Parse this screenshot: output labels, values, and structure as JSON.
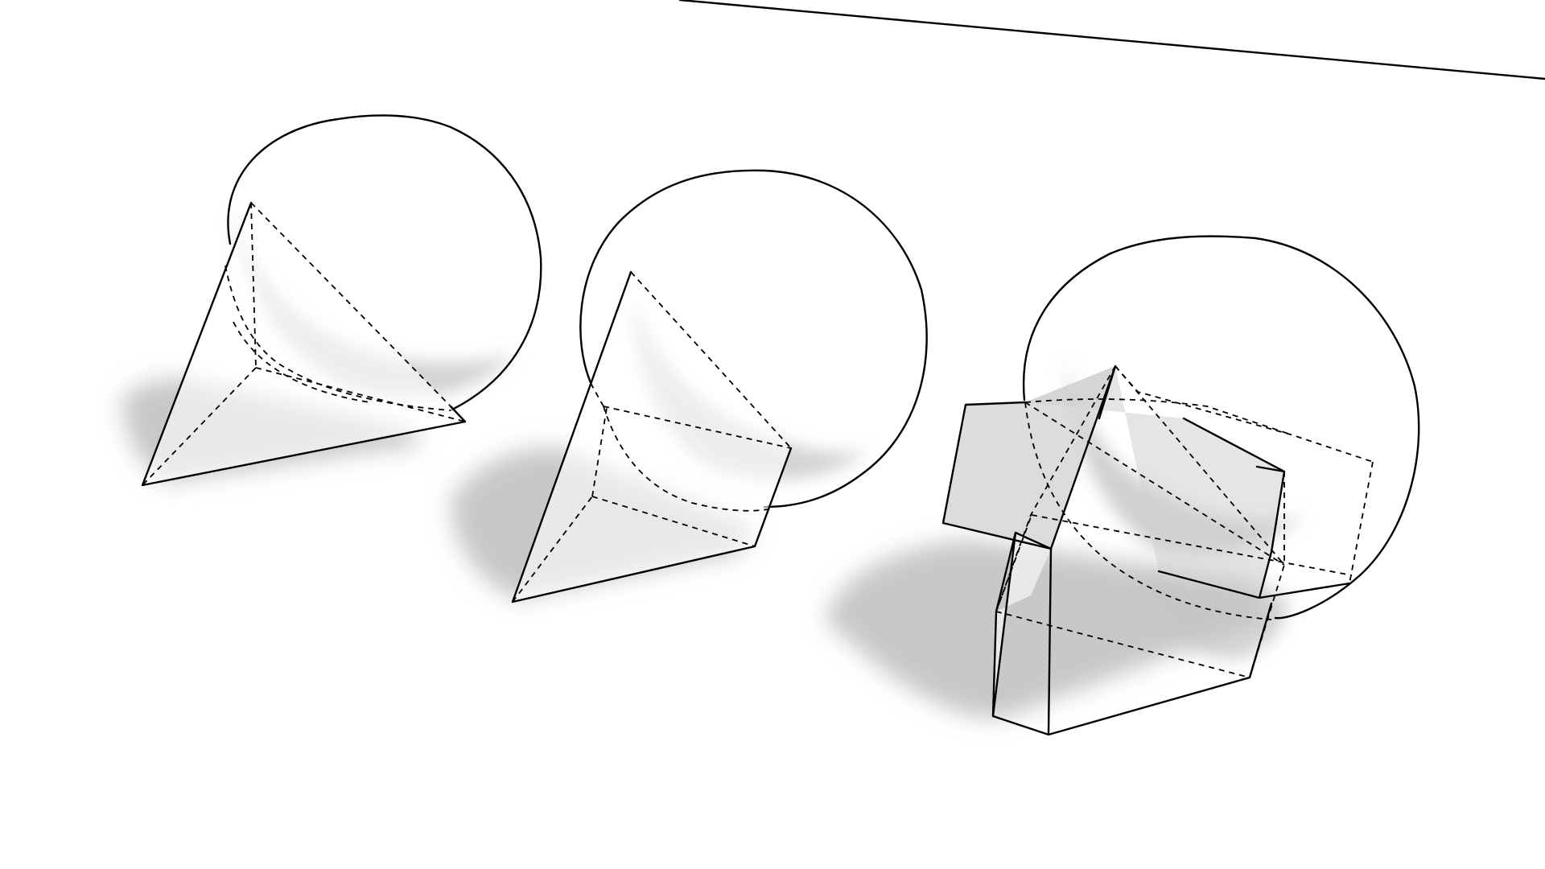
{
  "scene": {
    "background": "#ffffff",
    "line_color": "#000000",
    "shadow_color": "#c8c8c8",
    "objects": [
      {
        "solid": "tetrahedron",
        "within": "sphere"
      },
      {
        "solid": "square-pyramid",
        "within": "sphere"
      },
      {
        "solid": "octahedron",
        "within": "sphere"
      }
    ]
  }
}
